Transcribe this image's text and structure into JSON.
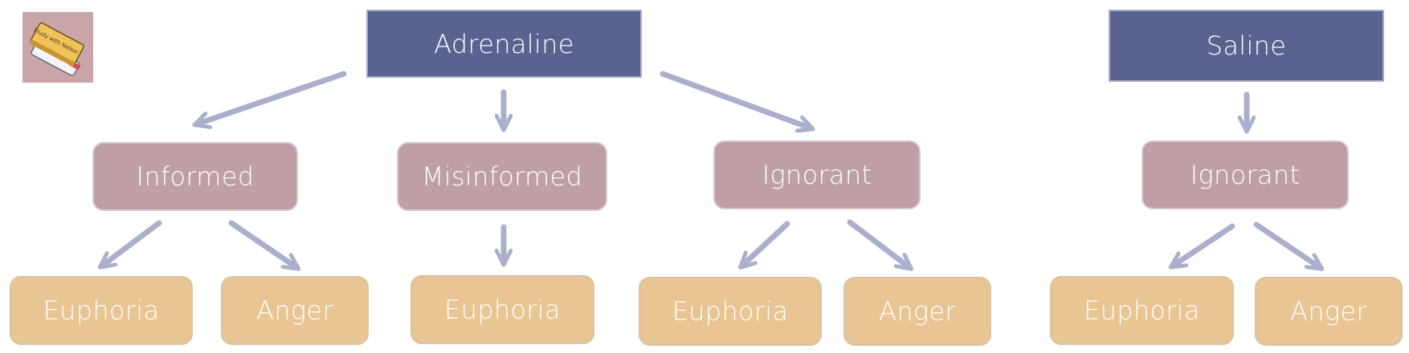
{
  "colors": {
    "condition": "#5a6290",
    "group": "#bd9fa4",
    "emotion": "#e8c593",
    "arrow": "#aab0cc",
    "logo_bg": "#c9a5a9"
  },
  "logo": {
    "text": "Study with Nelsor",
    "icon": "books-icon"
  },
  "diagram": {
    "adrenaline": {
      "label": "Adrenaline",
      "informed": {
        "label": "Informed",
        "outcomes": [
          "Euphoria",
          "Anger"
        ]
      },
      "misinformed": {
        "label": "Misinformed",
        "outcomes": [
          "Euphoria"
        ]
      },
      "ignorant": {
        "label": "Ignorant",
        "outcomes": [
          "Euphoria",
          "Anger"
        ]
      }
    },
    "saline": {
      "label": "Saline",
      "ignorant": {
        "label": "Ignorant",
        "outcomes": [
          "Euphoria",
          "Anger"
        ]
      }
    }
  }
}
